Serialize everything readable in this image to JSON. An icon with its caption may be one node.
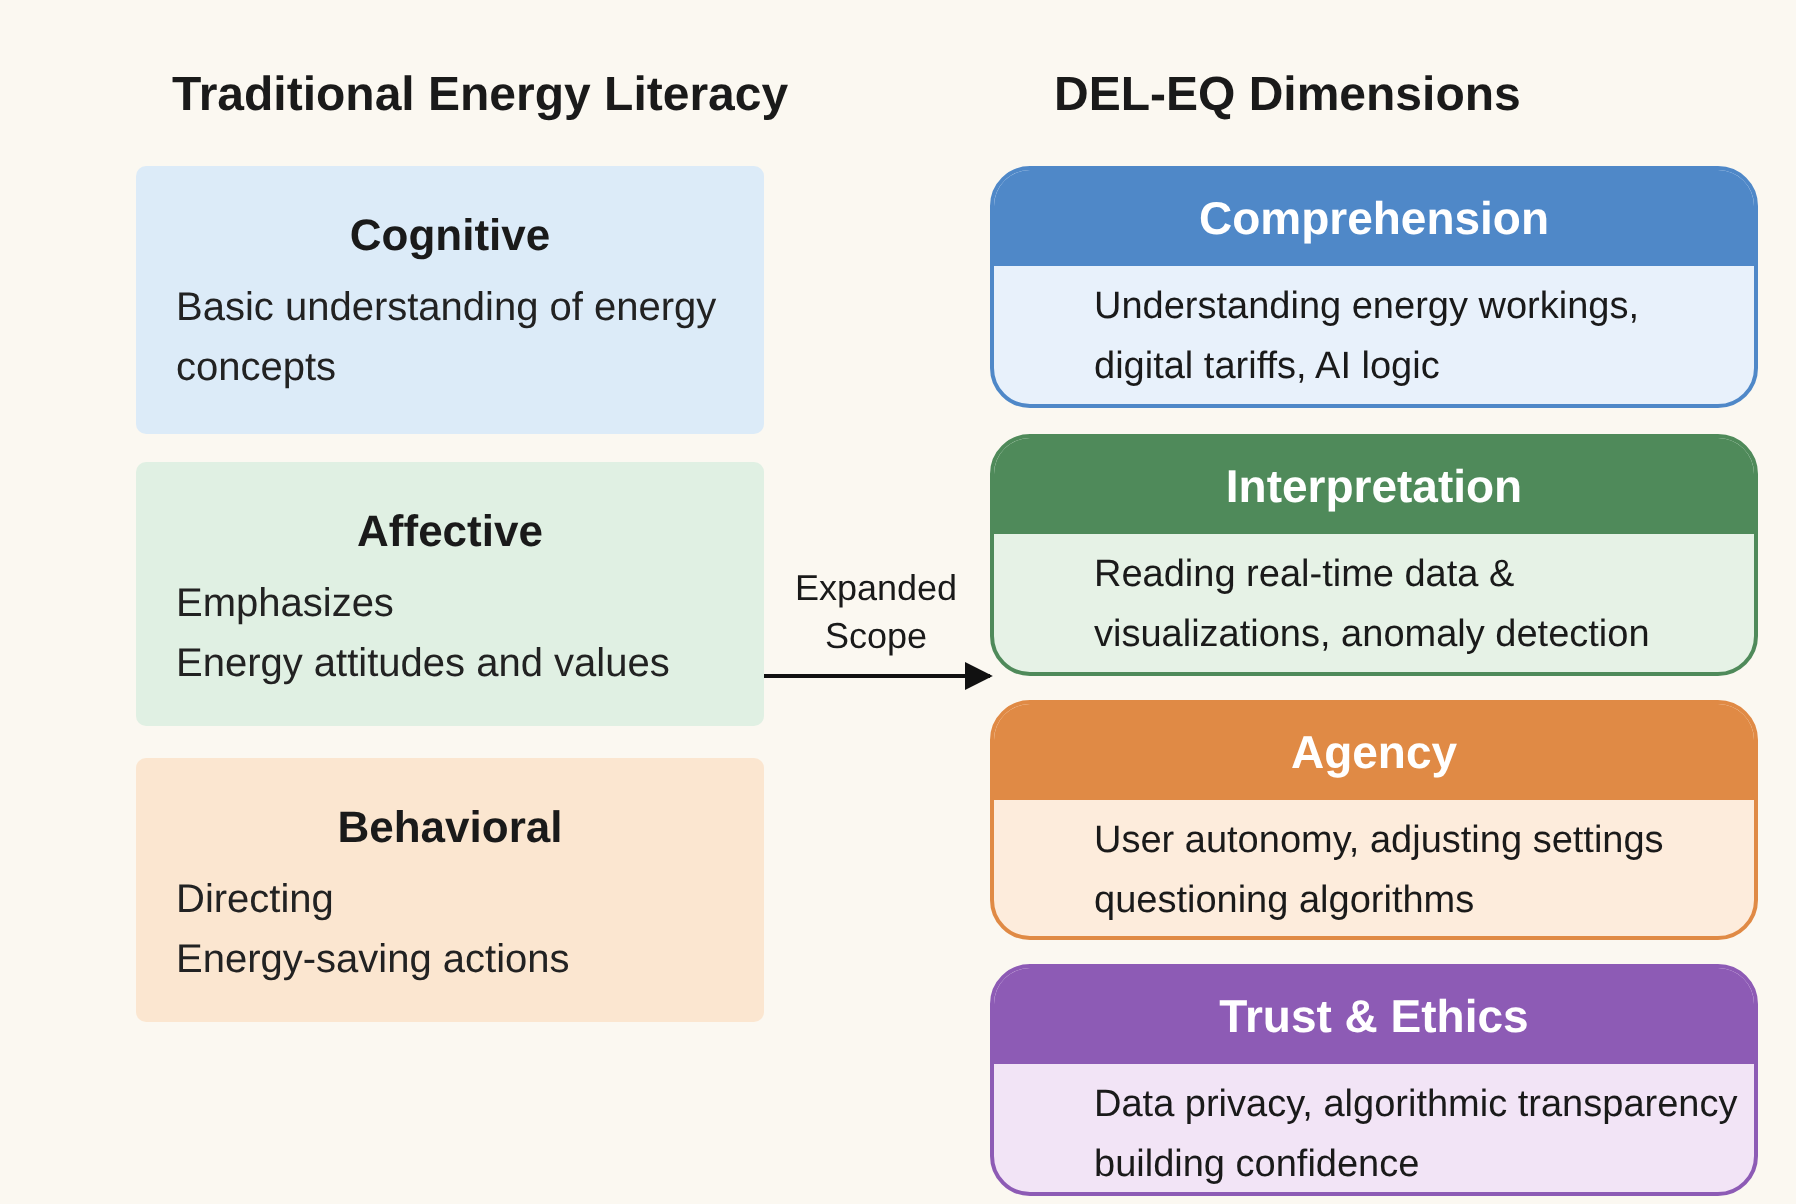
{
  "diagram": {
    "nodes": [
      {
        "text": [
          "Cognitive",
          "Basic understanding of energy concepts"
        ]
      },
      {
        "text": [
          "Affective",
          "Emphasizes",
          "Energy attitudes and values"
        ]
      },
      {
        "text": [
          "Behavioral",
          "Directing",
          "Energy-saving actions"
        ]
      },
      {
        "text": [
          "Comprehension",
          "Understanding energy workings, digital tariffs, AI logic"
        ]
      },
      {
        "text": [
          "Interpretation",
          "Reading real-time data & visualizations, anomaly detection"
        ]
      },
      {
        "text": [
          "Agency",
          "User autonomy, adjusting settings questioning algorithms"
        ]
      },
      {
        "text": [
          "Trust & Ethics",
          "Data privacy, algorithmic transparency building confidence"
        ]
      }
    ],
    "edges": [
      {
        "from": 1,
        "to": 4,
        "arrow": "to",
        "label": "Expanded Scope"
      }
    ],
    "labels": [
      "Traditional Energy Literacy",
      "DEL-EQ Dimensions"
    ]
  }
}
